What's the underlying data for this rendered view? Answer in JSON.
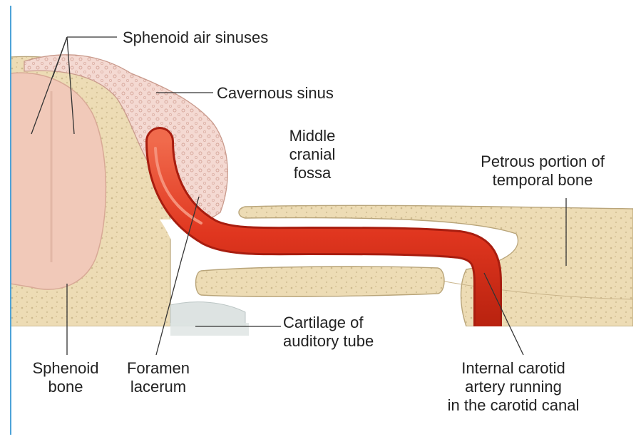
{
  "labels": {
    "sphenoid_air_sinuses": "Sphenoid air sinuses",
    "cavernous_sinus": "Cavernous sinus",
    "middle_cranial_fossa": [
      "Middle",
      "cranial",
      "fossa"
    ],
    "petrous_portion": [
      "Petrous portion of",
      "temporal bone"
    ],
    "cartilage_auditory_tube": [
      "Cartilage of",
      "auditory tube"
    ],
    "sphenoid_bone": [
      "Sphenoid",
      "bone"
    ],
    "foramen_lacerum": [
      "Foramen",
      "lacerum"
    ],
    "internal_carotid": [
      "Internal carotid",
      "artery running",
      "in the carotid canal"
    ]
  },
  "colors": {
    "bone": "#eddcb5",
    "bone_edge": "#b9a57a",
    "sphenoid_body": "#f1c9b9",
    "sinus": "#f6dcd4",
    "artery": "#e0361f",
    "artery_edge": "#a81d0f",
    "cartilage": "#dde3e2",
    "leader": "#333333"
  }
}
